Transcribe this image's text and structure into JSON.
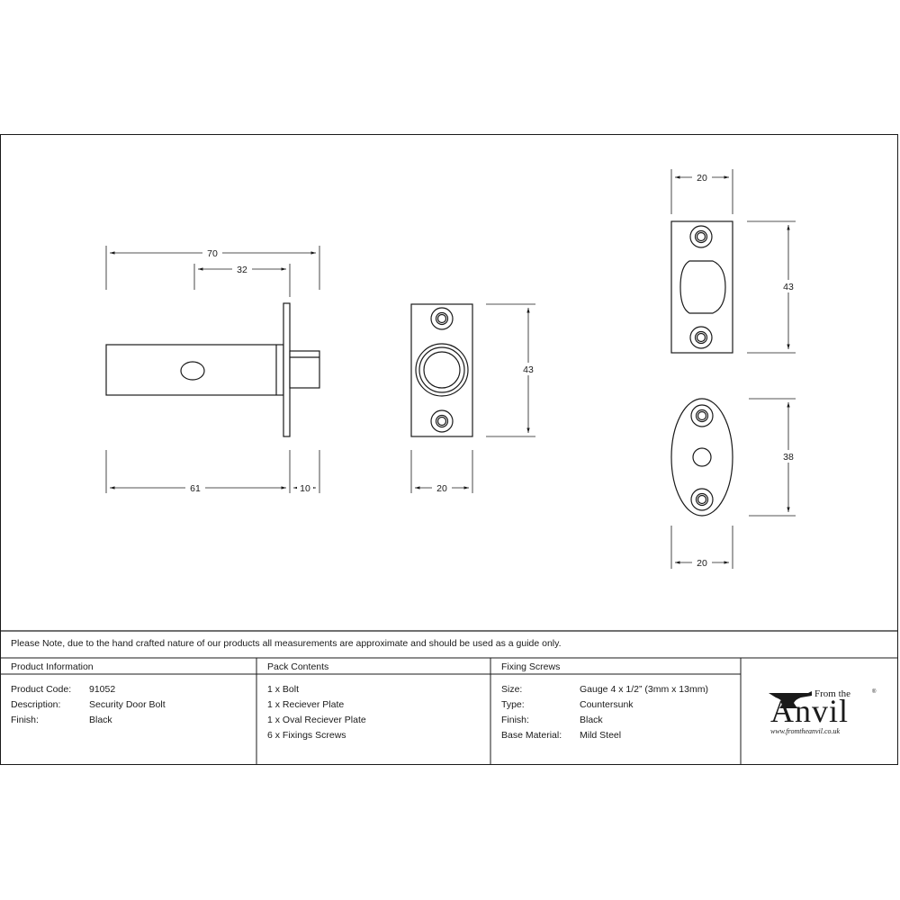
{
  "dimensions": {
    "bolt_total": "70",
    "bolt_throw": "32",
    "bolt_case": "61",
    "bolt_forend": "10",
    "receiver_width": "20",
    "receiver_height": "43",
    "strike_top_width": "20",
    "strike_height": "43",
    "oval_height": "38",
    "oval_width": "20"
  },
  "note": "Please Note, due to the hand crafted nature of our products all measurements are approximate and should be used as a guide only.",
  "product_info": {
    "heading": "Product Information",
    "rows": [
      {
        "label": "Product Code:",
        "value": "91052"
      },
      {
        "label": "Description:",
        "value": "Security Door Bolt"
      },
      {
        "label": "Finish:",
        "value": "Black"
      }
    ]
  },
  "pack_contents": {
    "heading": "Pack Contents",
    "items": [
      "1 x Bolt",
      "1 x Reciever Plate",
      "1 x Oval Reciever Plate",
      "6 x Fixings Screws"
    ]
  },
  "fixing_screws": {
    "heading": "Fixing Screws",
    "rows": [
      {
        "label": "Size:",
        "value": "Gauge 4 x 1/2” (3mm x 13mm)"
      },
      {
        "label": "Type:",
        "value": "Countersunk"
      },
      {
        "label": "Finish:",
        "value": "Black"
      },
      {
        "label": "Base Material:",
        "value": "Mild Steel"
      }
    ]
  },
  "logo": {
    "from_the": "From the",
    "name": "Anvil",
    "url": "www.fromtheanvil.co.uk",
    "reg": "®"
  }
}
